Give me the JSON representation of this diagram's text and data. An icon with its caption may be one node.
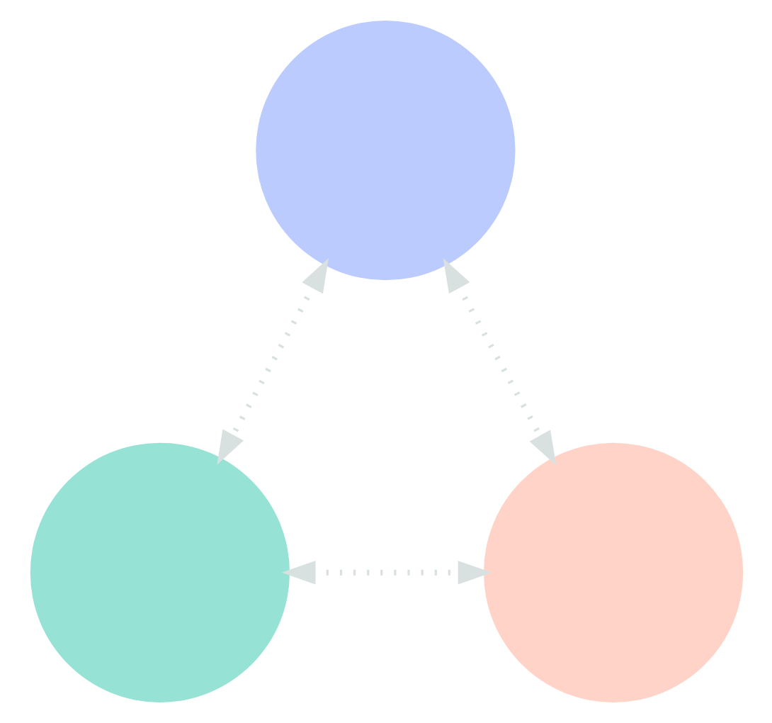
{
  "diagram": {
    "nodes": [
      {
        "text": [],
        "shape": "circle"
      },
      {
        "text": [],
        "shape": "circle"
      },
      {
        "text": [],
        "shape": "circle"
      }
    ],
    "edges": [
      {
        "from": 0,
        "to": 1,
        "arrow": "both",
        "style": "dashed"
      },
      {
        "from": 0,
        "to": 2,
        "arrow": "both",
        "style": "dashed"
      },
      {
        "from": 1,
        "to": 2,
        "arrow": "both",
        "style": "dashed"
      }
    ]
  }
}
